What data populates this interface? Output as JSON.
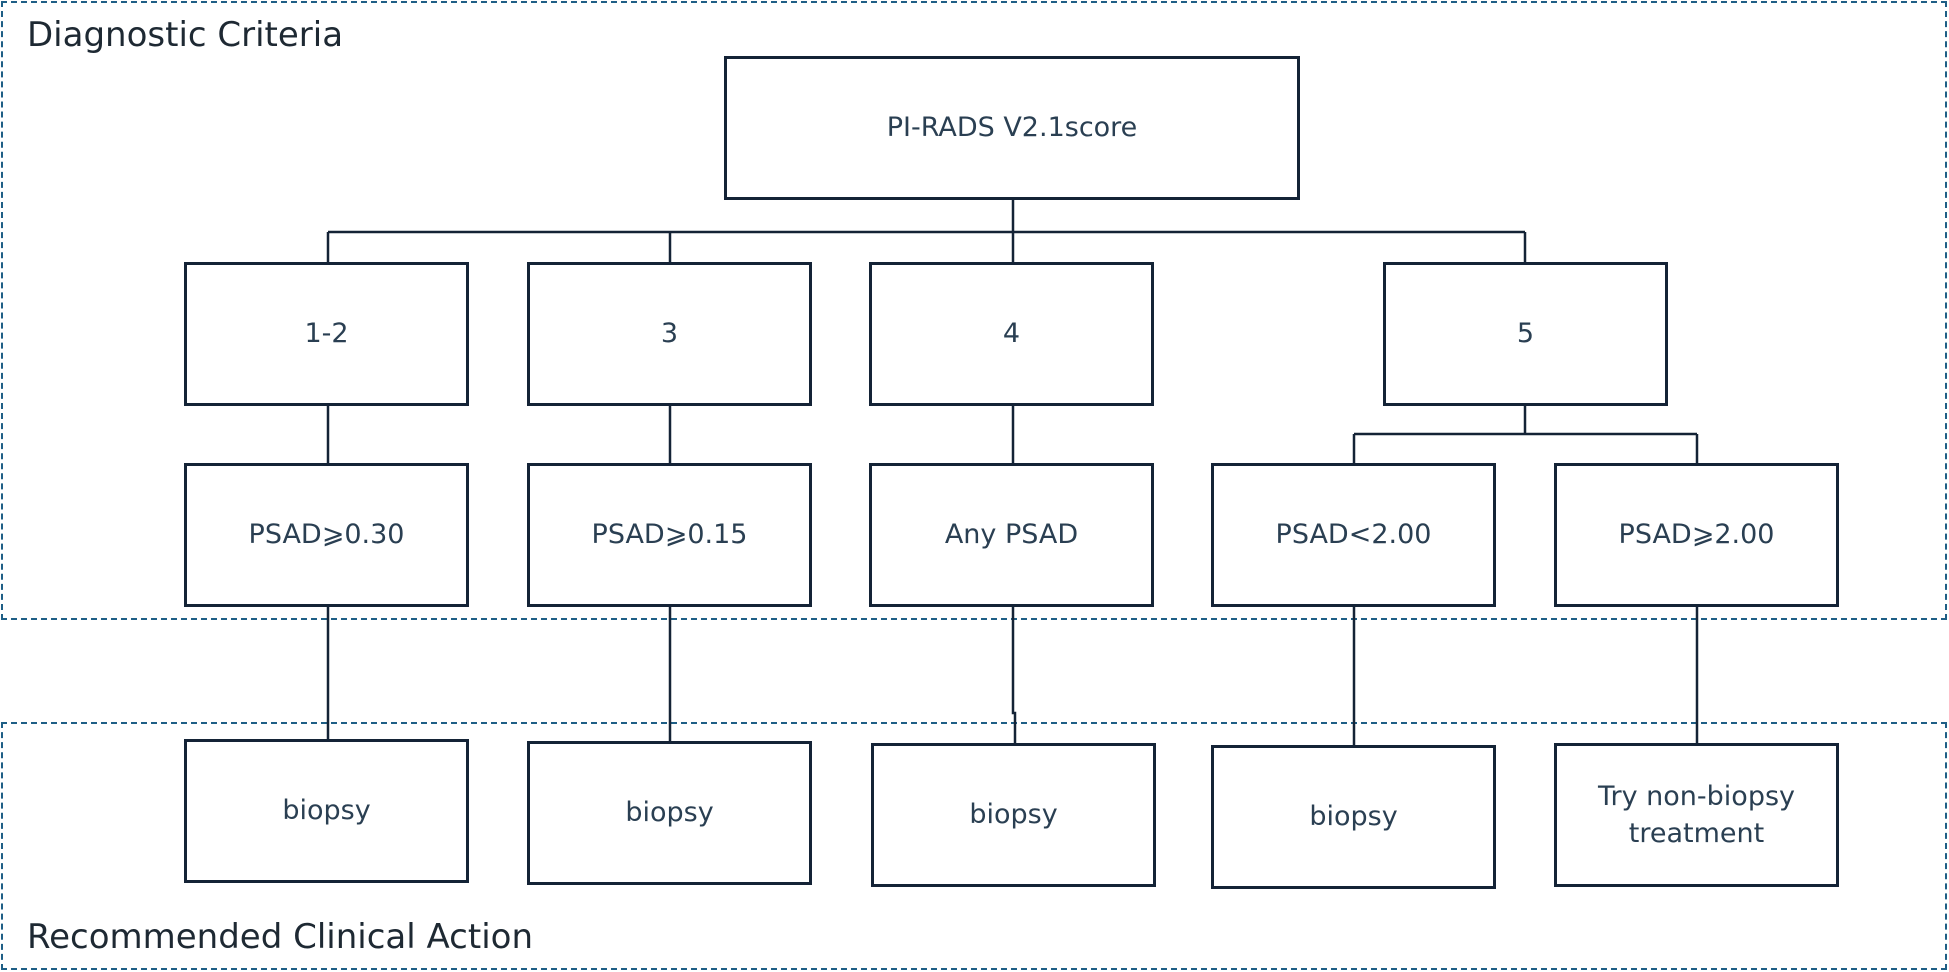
{
  "regions": {
    "criteria_label": "Diagnostic Criteria",
    "action_label": "Recommended Clinical Action"
  },
  "root": {
    "label": "PI-RADS V2.1score"
  },
  "scores": [
    {
      "label": "1-2"
    },
    {
      "label": "3"
    },
    {
      "label": "4"
    },
    {
      "label": "5"
    }
  ],
  "psad": [
    {
      "label": "PSAD⩾0.30"
    },
    {
      "label": "PSAD⩾0.15"
    },
    {
      "label": "Any PSAD"
    },
    {
      "label": "PSAD<2.00"
    },
    {
      "label": "PSAD⩾2.00"
    }
  ],
  "actions": [
    {
      "label": "biopsy"
    },
    {
      "label": "biopsy"
    },
    {
      "label": "biopsy"
    },
    {
      "label": "biopsy"
    },
    {
      "label": "Try non-biopsy treatment"
    }
  ],
  "colors": {
    "box_border": "#142336",
    "region_border": "#1f5f86",
    "text": "#2a3f52"
  }
}
